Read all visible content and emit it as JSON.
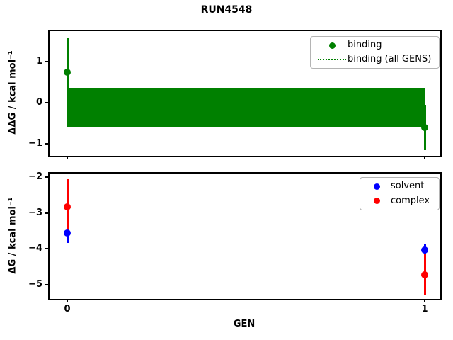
{
  "figure": {
    "title": "RUN4548",
    "background": "#ffffff"
  },
  "chart_data": [
    {
      "type": "scatter",
      "subplot": "top",
      "title": "",
      "xlabel": "",
      "ylabel": "ΔΔG / kcal mol⁻¹",
      "ylim": [
        -1.29,
        1.78
      ],
      "yticks": [
        1,
        0,
        -1
      ],
      "xticks": [
        0,
        1
      ],
      "xtick_labels_visible": false,
      "grid": false,
      "series": [
        {
          "name": "binding",
          "color": "#008000",
          "marker": "circle",
          "x": [
            0,
            1
          ],
          "y": [
            0.74,
            -0.6
          ],
          "yerr": [
            0.85,
            0.55
          ]
        }
      ],
      "band": {
        "name": "binding (all GENS)",
        "color": "#008000",
        "line_style": "dotted",
        "x_range": [
          0,
          1
        ],
        "center": -0.11,
        "half_width": 0.48
      },
      "legend": {
        "position": "upper right",
        "entries": [
          {
            "label": "binding",
            "swatch": "dot",
            "color": "#008000"
          },
          {
            "label": "binding (all GENS)",
            "swatch": "dotted-line",
            "color": "#008000"
          }
        ]
      }
    },
    {
      "type": "scatter",
      "subplot": "bottom",
      "title": "",
      "xlabel": "GEN",
      "ylabel": "ΔG / kcal mol⁻¹",
      "ylim": [
        -5.4,
        -1.86
      ],
      "yticks": [
        -2,
        -3,
        -4,
        -5
      ],
      "xticks": [
        0,
        1
      ],
      "xtick_labels_visible": true,
      "grid": false,
      "series": [
        {
          "name": "solvent",
          "color": "#0000ff",
          "marker": "circle",
          "x": [
            0,
            1
          ],
          "y": [
            -3.56,
            -4.03
          ],
          "yerr": [
            0.27,
            0.18
          ]
        },
        {
          "name": "complex",
          "color": "#ff0000",
          "marker": "circle",
          "x": [
            0,
            1
          ],
          "y": [
            -2.82,
            -4.73
          ],
          "yerr": [
            0.79,
            0.58
          ]
        }
      ],
      "legend": {
        "position": "upper right",
        "entries": [
          {
            "label": "solvent",
            "swatch": "dot",
            "color": "#0000ff"
          },
          {
            "label": "complex",
            "swatch": "dot",
            "color": "#ff0000"
          }
        ]
      }
    }
  ]
}
